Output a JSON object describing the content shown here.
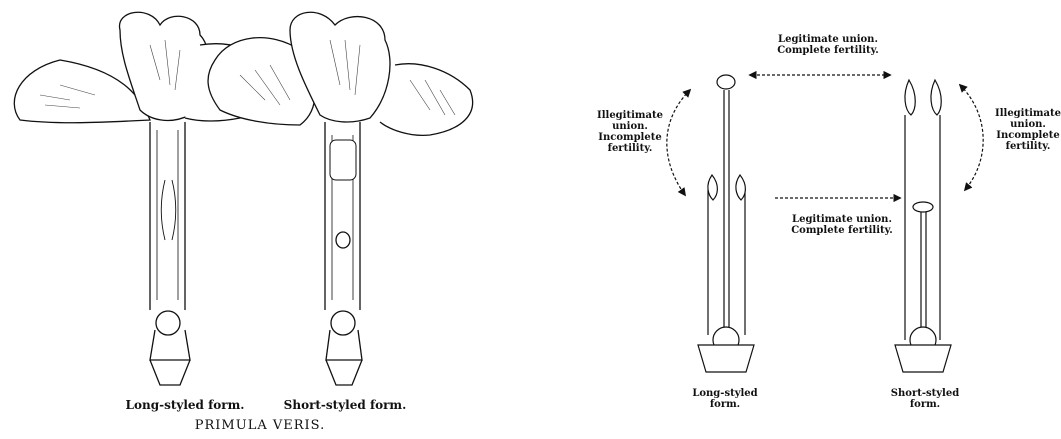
{
  "left_figure": {
    "caption_long": "Long-styled form.",
    "caption_short": "Short-styled form.",
    "species_title": "PRIMULA VERIS."
  },
  "right_figure": {
    "top_arrow_label": "Legitimate union.\nComplete fertility.",
    "bottom_arrow_label": "Legitimate union.\nComplete fertility.",
    "left_curve_label": "Illegitimate\nunion.\nIncomplete\nfertility.",
    "right_curve_label": "Illegitimate\nunion.\nIncomplete\nfertility.",
    "caption_long": "Long-styled\nform.",
    "caption_short": "Short-styled\nform."
  }
}
